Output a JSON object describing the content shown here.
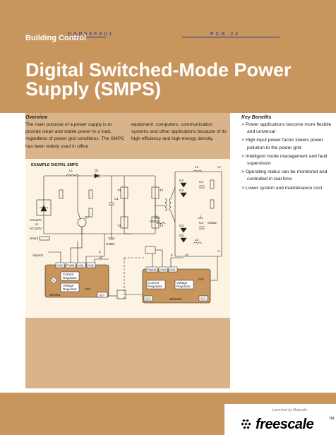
{
  "header": {
    "section": "Building Control",
    "overlay_left": "DSP56F801",
    "overlay_right": "PCB 24",
    "title": "Digital Switched-Mode Power Supply (SMPS)",
    "colors": {
      "header_bg": "#c8955c",
      "panel_bg": "#d9b48a",
      "title": "#ffffff",
      "overlay": "#1a3aa0"
    }
  },
  "overview": {
    "heading": "Overview",
    "col1": "The main purpose of a power supply is to provide clean and stable power to a load, regardless of power grid conditions. The SMPS has been widely used in office",
    "col2": "equipment, computers, communication systems and other applications because of its high efficiency and high energy density."
  },
  "key_benefits": {
    "heading": "Key Benefits",
    "items": [
      "> Power applications become more flexible and universal",
      "> High input power factor lowers power pollution to the power grid",
      "> Intelligent mode management and fault supervision",
      "> Operating status can be monitored and controlled in real time",
      "> Lower system and maintenance cost"
    ]
  },
  "diagram": {
    "title": "EXAMPLE DIGITAL SMPS",
    "labels": {
      "L1": "L1",
      "D1": "D1",
      "C1": "C1",
      "Q1": "Q1",
      "T1": "T1",
      "T2": "T2",
      "T3": "T3",
      "T4": "T4",
      "L2": "L2",
      "Vplus": "V+",
      "D2": "D2",
      "D3": "D3",
      "D4": "D4",
      "D5": "D5",
      "C2": "C2",
      "C3": "C3",
      "L3": "L3",
      "GND2a": "GND2",
      "GND2b": "GND2",
      "Vminus": "V-",
      "GND1": "GND1",
      "ac_line1": "AC110V",
      "ac_line2": "or",
      "ac_line3": "AC220V",
      "Shunt": "Shunt",
      "Vsynch": "Vsynch",
      "If1": "If",
      "Vf1": "Vf",
      "If2": "If",
      "Vf2": "Vf"
    },
    "chip1": {
      "name": "56F801",
      "pins": [
        "AN0",
        "PWM",
        "AN1",
        "AN2"
      ],
      "current_reg": [
        "Current",
        "Regulator"
      ],
      "voltage_reg": [
        "Voltage",
        "Regulator"
      ],
      "vref": "Vref",
      "sci": "SCI"
    },
    "chip2": {
      "name": "56F8323",
      "pins": [
        "PWM1",
        "AN0",
        "AN1"
      ],
      "current_reg": [
        "Current",
        "Regulator"
      ],
      "voltage_reg": [
        "Voltage",
        "Regulator"
      ],
      "vref": "Vref",
      "sci_left": "SCI",
      "sci_right": "SCI"
    }
  },
  "footer": {
    "launched": "Launched by Motorola",
    "brand": "freescale",
    "tm": "TM"
  }
}
